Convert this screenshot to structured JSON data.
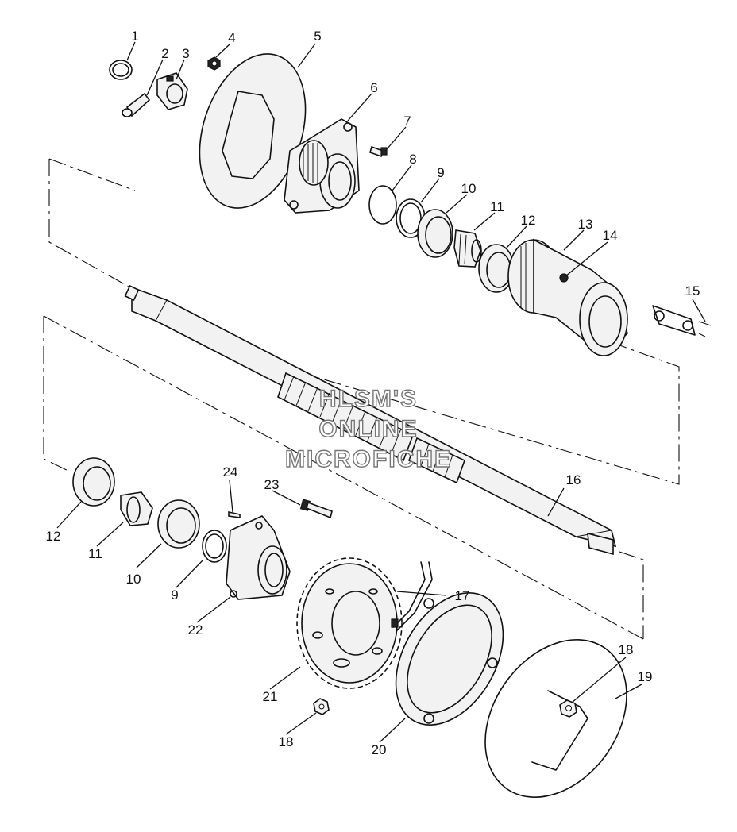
{
  "watermark": [
    "HLSM'S",
    "ONLINE",
    "MICROFICHE"
  ],
  "callouts": {
    "c1": "1",
    "c2": "2",
    "c3": "3",
    "c4": "4",
    "c5": "5",
    "c6": "6",
    "c7": "7",
    "c8": "8",
    "c9a": "9",
    "c10a": "10",
    "c11a": "11",
    "c12a": "12",
    "c13": "13",
    "c14": "14",
    "c15": "15",
    "c16": "16",
    "c17": "17",
    "c18a": "18",
    "c19": "19",
    "c12b": "12",
    "c11b": "11",
    "c10b": "10",
    "c9b": "9",
    "c22": "22",
    "c24": "24",
    "c23": "23",
    "c21": "21",
    "c18b": "18",
    "c20": "20"
  }
}
